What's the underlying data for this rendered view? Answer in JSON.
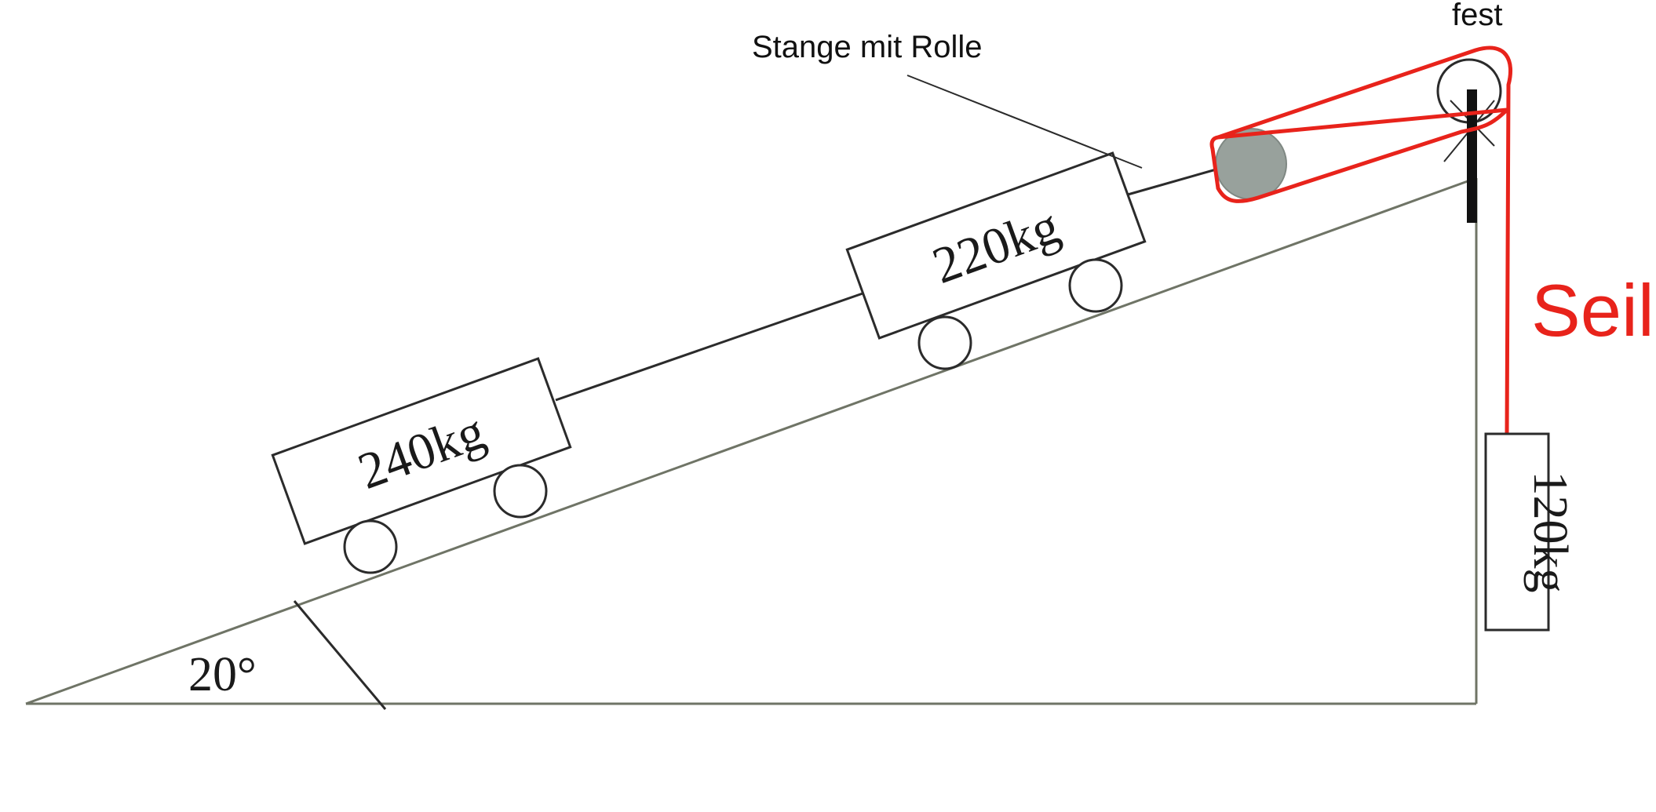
{
  "labels": {
    "fixed": "fest",
    "rod_with_pulley": "Stange mit Rolle",
    "rope": "Seil",
    "angle": "20°"
  },
  "masses": {
    "lower_cart": "240kg",
    "upper_cart": "220kg",
    "hanging": "120kg"
  },
  "colors": {
    "line": "#2b2b2b",
    "incline": "#6f7466",
    "rope_highlight": "#e8231b",
    "movable_pulley": "#98a19c"
  }
}
